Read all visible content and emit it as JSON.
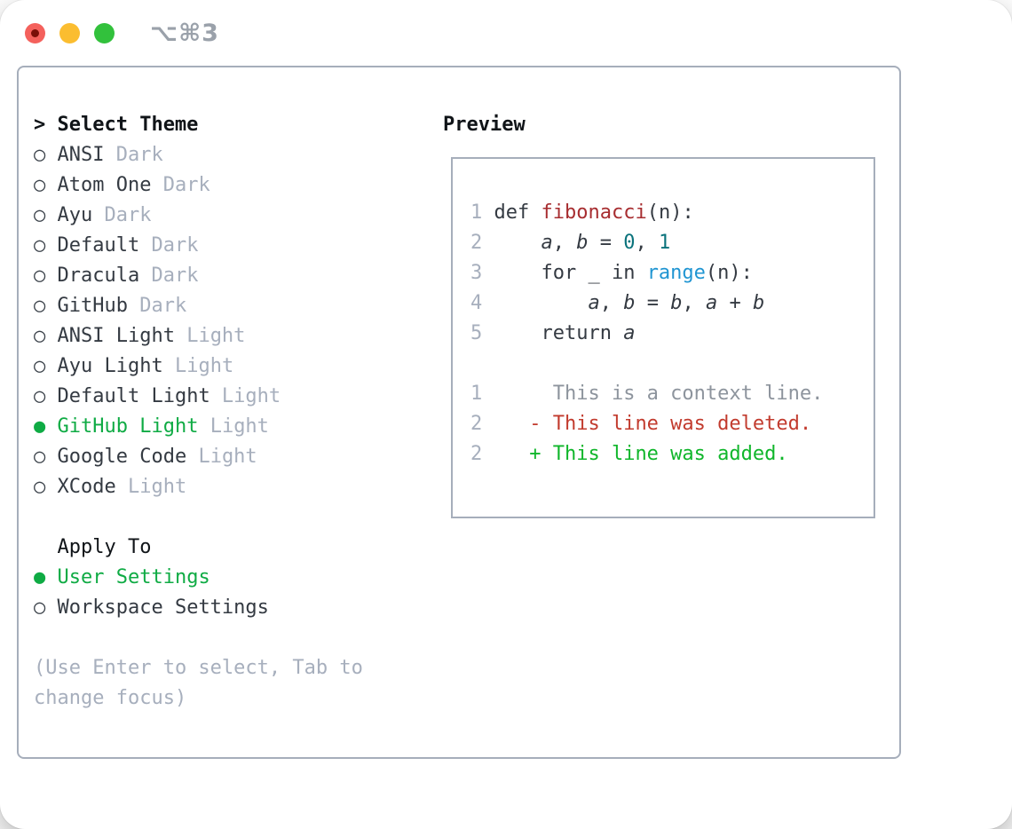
{
  "window": {
    "titlebar": {
      "title": "⌥⌘3",
      "traffic_lights": [
        {
          "name": "close",
          "color": "#f4615c"
        },
        {
          "name": "minimize",
          "color": "#fbbd30"
        },
        {
          "name": "zoom",
          "color": "#32c13c"
        }
      ]
    },
    "theme_picker": {
      "header_prefix": ">",
      "header": "Select Theme",
      "bullet_selected": "●",
      "bullet_unselected": "○",
      "items": [
        {
          "name": "ANSI",
          "variant": "Dark",
          "selected": false
        },
        {
          "name": "Atom One",
          "variant": "Dark",
          "selected": false
        },
        {
          "name": "Ayu",
          "variant": "Dark",
          "selected": false
        },
        {
          "name": "Default",
          "variant": "Dark",
          "selected": false
        },
        {
          "name": "Dracula",
          "variant": "Dark",
          "selected": false
        },
        {
          "name": "GitHub",
          "variant": "Dark",
          "selected": false
        },
        {
          "name": "ANSI Light",
          "variant": "Light",
          "selected": false
        },
        {
          "name": "Ayu Light",
          "variant": "Light",
          "selected": false
        },
        {
          "name": "Default Light",
          "variant": "Light",
          "selected": false
        },
        {
          "name": "GitHub Light",
          "variant": "Light",
          "selected": true
        },
        {
          "name": "Google Code",
          "variant": "Light",
          "selected": false
        },
        {
          "name": "XCode",
          "variant": "Light",
          "selected": false
        }
      ],
      "apply_to": {
        "header": "Apply To",
        "options": [
          {
            "label": "User Settings",
            "selected": true
          },
          {
            "label": "Workspace Settings",
            "selected": false
          }
        ]
      },
      "hint_lines": [
        "(Use Enter to select, Tab to",
        "change focus)"
      ]
    },
    "preview": {
      "header": "Preview",
      "code_lines": [
        [
          {
            "c": "num",
            "t": "1 "
          },
          {
            "c": "code",
            "t": "def "
          },
          {
            "c": "func",
            "t": "fibonacci"
          },
          {
            "c": "code",
            "t": "(n):"
          }
        ],
        [
          {
            "c": "num",
            "t": "2 "
          },
          {
            "c": "code",
            "t": "    "
          },
          {
            "c": "var",
            "t": "a"
          },
          {
            "c": "code",
            "t": ", "
          },
          {
            "c": "var",
            "t": "b"
          },
          {
            "c": "code",
            "t": " = "
          },
          {
            "c": "lit",
            "t": "0"
          },
          {
            "c": "code",
            "t": ", "
          },
          {
            "c": "lit",
            "t": "1"
          }
        ],
        [
          {
            "c": "num",
            "t": "3 "
          },
          {
            "c": "code",
            "t": "    for _ in "
          },
          {
            "c": "builtin",
            "t": "range"
          },
          {
            "c": "code",
            "t": "(n):"
          }
        ],
        [
          {
            "c": "num",
            "t": "4 "
          },
          {
            "c": "code",
            "t": "        "
          },
          {
            "c": "var",
            "t": "a"
          },
          {
            "c": "code",
            "t": ", "
          },
          {
            "c": "var",
            "t": "b"
          },
          {
            "c": "code",
            "t": " = "
          },
          {
            "c": "var",
            "t": "b"
          },
          {
            "c": "code",
            "t": ", "
          },
          {
            "c": "var",
            "t": "a"
          },
          {
            "c": "code",
            "t": " + "
          },
          {
            "c": "var",
            "t": "b"
          }
        ],
        [
          {
            "c": "num",
            "t": "5 "
          },
          {
            "c": "code",
            "t": "    return "
          },
          {
            "c": "var",
            "t": "a"
          }
        ],
        [],
        [
          {
            "c": "num",
            "t": "1"
          },
          {
            "c": "ctx",
            "t": "      This is a context line."
          }
        ],
        [
          {
            "c": "num",
            "t": "2"
          },
          {
            "c": "code",
            "t": "    "
          },
          {
            "c": "del",
            "t": "- This line was deleted."
          }
        ],
        [
          {
            "c": "num",
            "t": "2"
          },
          {
            "c": "code",
            "t": "    "
          },
          {
            "c": "add",
            "t": "+ This line was added."
          }
        ]
      ]
    },
    "colors": {
      "selection-green": "#0fab44",
      "diff-add": "#10b62b",
      "diff-del": "#c23b2e",
      "keyword-red": "#a72d30",
      "builtin-blue": "#2095d2",
      "number-teal": "#0b737c",
      "text-dark": "#343a42",
      "muted-gray": "#a7afbd",
      "context-gray": "#8d949d",
      "border-gray": "#a6aebb",
      "title-gray": "#9aa1aa",
      "traffic-red": "#f4615c",
      "traffic-yellow": "#fbbd30",
      "traffic-green": "#32c13c"
    }
  }
}
